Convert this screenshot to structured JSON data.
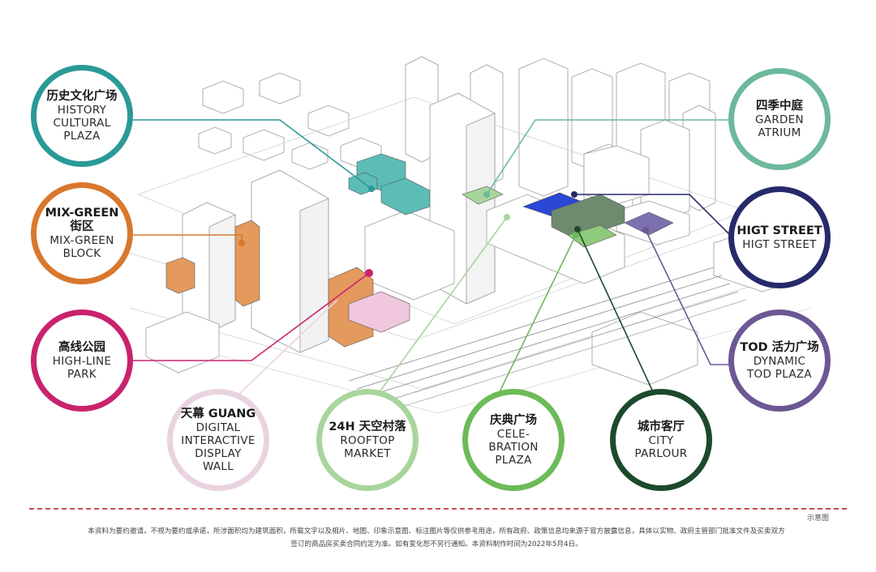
{
  "labels": {
    "history": {
      "zh": "历史文化广场",
      "en1": "HISTORY",
      "en2": "CULTURAL",
      "en3": "PLAZA",
      "color": "#2a9a97"
    },
    "mixgreen": {
      "zh1": "MIX-GREEN",
      "zh2": "街区",
      "en1": "MIX-GREEN",
      "en2": "BLOCK",
      "color": "#d9782d"
    },
    "highline": {
      "zh": "高线公园",
      "en1": "HIGH-LINE",
      "en2": "PARK",
      "color": "#c9236e"
    },
    "guang": {
      "zh": "天幕 GUANG",
      "en1": "DIGITAL",
      "en2": "INTERACTIVE",
      "en3": "DISPLAY",
      "en4": "WALL",
      "color": "#ead3e0"
    },
    "rooftop": {
      "zh": "24H 天空村落",
      "en1": "ROOFTOP",
      "en2": "MARKET",
      "color": "#a8d59c"
    },
    "celebration": {
      "zh": "庆典广场",
      "en1": "CELE-",
      "en2": "BRATION",
      "en3": "PLAZA",
      "color": "#6cbb58"
    },
    "city": {
      "zh": "城市客厅",
      "en1": "CITY",
      "en2": "PARLOUR",
      "color": "#1c4a2c"
    },
    "tod": {
      "zh": "TOD 活力广场",
      "en1": "DYNAMIC",
      "en2": "TOD PLAZA",
      "color": "#6b5894"
    },
    "street": {
      "zh": "HIGT STREET",
      "en1": "HIGT STREET",
      "color": "#262a6a"
    },
    "garden": {
      "zh": "四季中庭",
      "en1": "GARDEN",
      "en2": "ATRIUM",
      "color": "#6cb99b"
    }
  },
  "footer": {
    "caption": "示意图",
    "line1": "本资料为要约邀请，不视为要约或承诺，所涉面积均为建筑面积，所载文字以及相片、地图、印象示意图、标注图片等仅供参考用途，所有政府、政策信息均来源于官方披露信息，具体以实物、政府主管部门批准文件及买卖双方",
    "line2": "签订的商品房买卖合同约定为准。如有变化恕不另行通知。本资料制作时间为2022年5月4日。"
  }
}
